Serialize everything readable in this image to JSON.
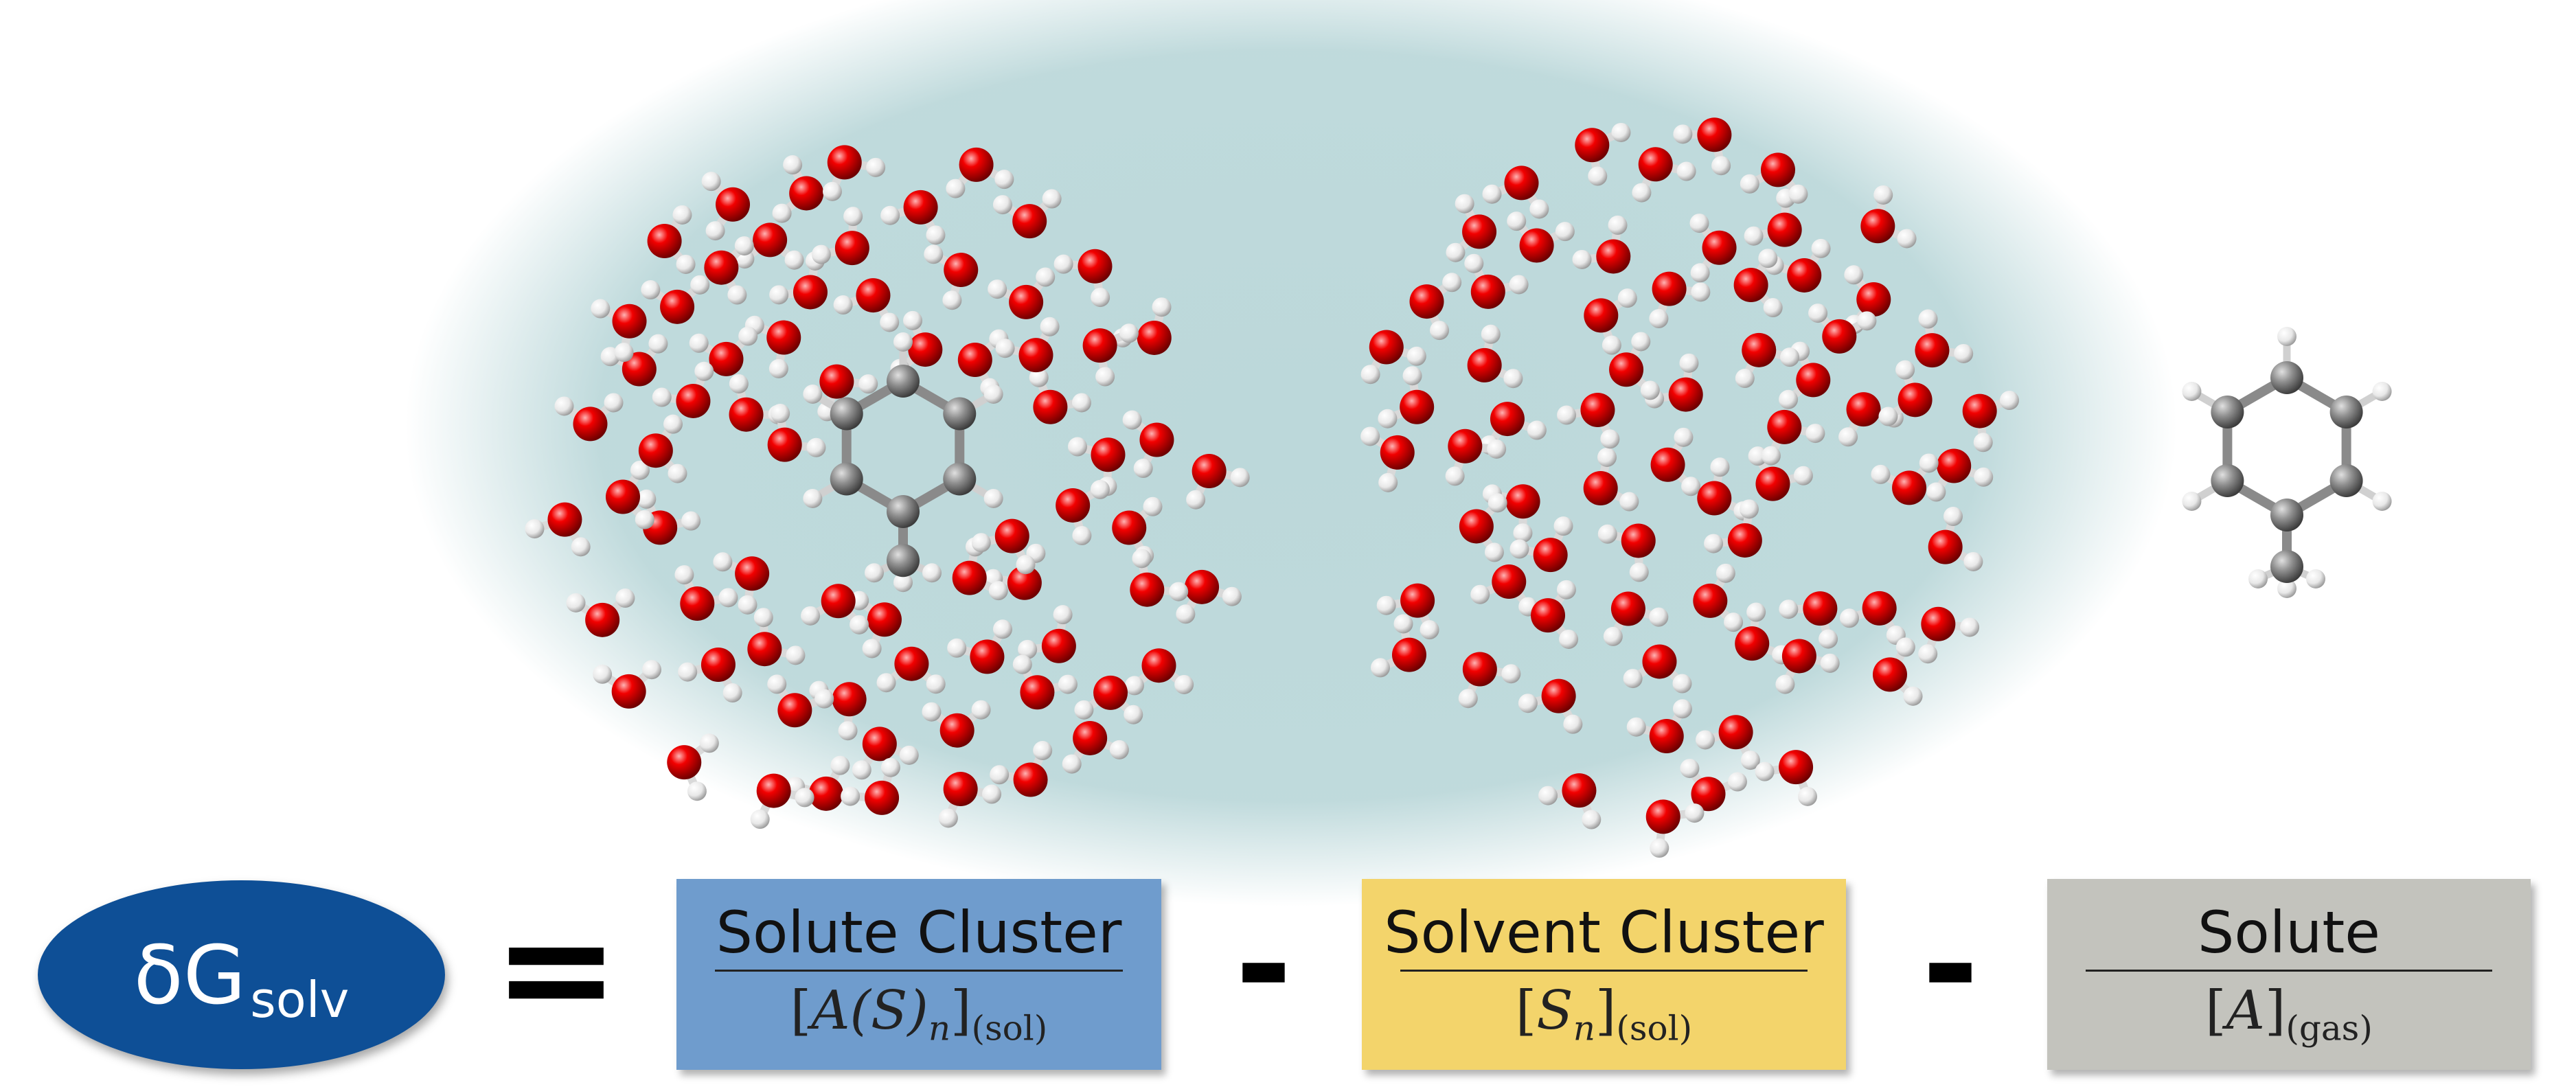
{
  "lhs": {
    "delta": "δG",
    "subscript": "solv"
  },
  "operators": {
    "equals": "=",
    "minus_1": "-",
    "minus_2": "-"
  },
  "terms": [
    {
      "title": "Solute Cluster",
      "formula": {
        "open": "[",
        "species": "A(S)",
        "species_sub": "n",
        "close": "]",
        "phase": "(sol)"
      },
      "color": "#6f9ccd"
    },
    {
      "title": "Solvent Cluster",
      "formula": {
        "open": "[",
        "species": "S",
        "species_sub": "n",
        "close": "]",
        "phase": "(sol)"
      },
      "color": "#f3d46b"
    },
    {
      "title": "Solute",
      "formula": {
        "open": "[",
        "species": "A",
        "species_sub": "",
        "close": "]",
        "phase": "(gas)"
      },
      "color": "#c3c3bd"
    }
  ],
  "colors": {
    "oxygen": "#e00000",
    "hydrogen": "#f2f2f2",
    "carbon": "#8a8a8a",
    "cavity": "#bcd8da",
    "lhs_ellipse": "#0e4f96"
  },
  "molecules": {
    "solute_cluster": "water-cluster-with-toluene",
    "solvent_cluster": "water-cluster",
    "solute": "toluene"
  }
}
